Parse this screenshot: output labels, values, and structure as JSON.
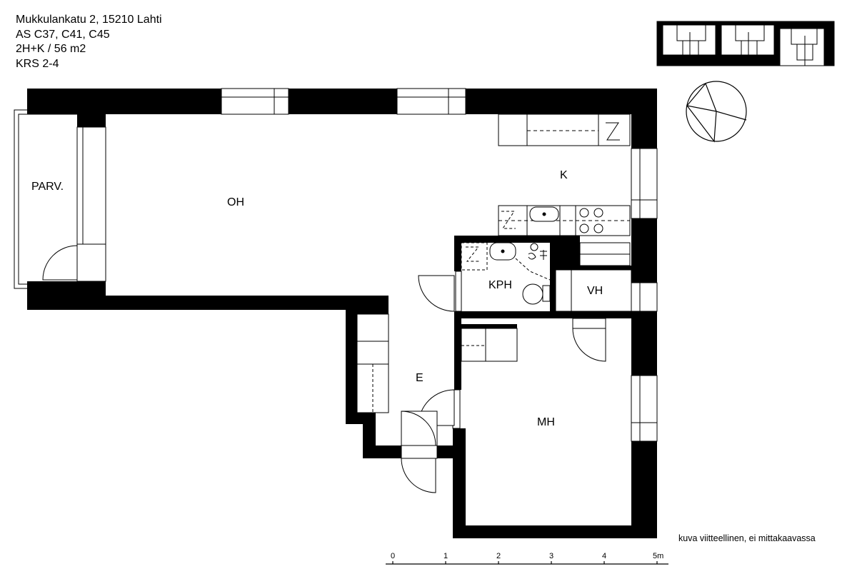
{
  "header": {
    "address": "Mukkulankatu 2, 15210 Lahti",
    "units": "AS C37, C41, C45",
    "type_size": "2H+K / 56 m2",
    "floors": "KRS 2-4"
  },
  "rooms": {
    "balcony": "PARV.",
    "living": "OH",
    "kitchen": "K",
    "bathroom": "KPH",
    "wardrobe": "VH",
    "entrance": "E",
    "bedroom": "MH"
  },
  "footer": {
    "disclaimer": "kuva viitteellinen, ei mittakaavassa"
  },
  "scale_bar": {
    "ticks": [
      "0",
      "1",
      "2",
      "3",
      "4",
      "5m"
    ]
  }
}
